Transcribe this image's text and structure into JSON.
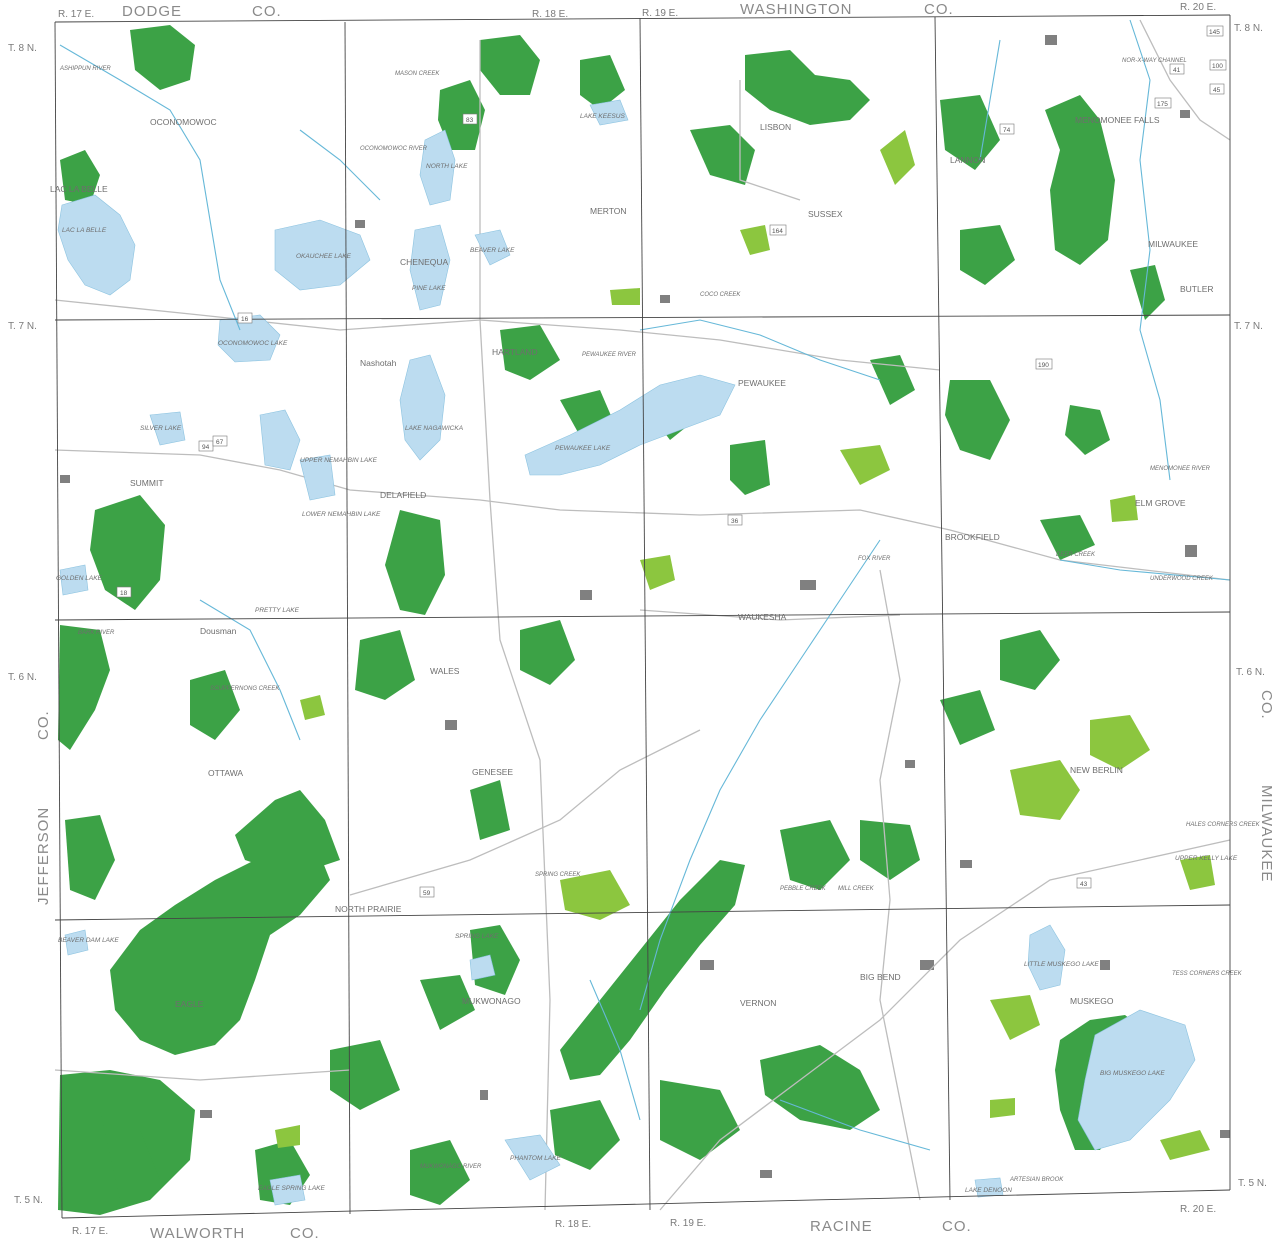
{
  "colors": {
    "background": "#ffffff",
    "primary_corridor": "#3ca246",
    "isolated_area": "#8cc63f",
    "urban": "#808080",
    "water": "#bcdcf0",
    "stream": "#66b8d8",
    "road": "#bdbdbd",
    "section_line": "#444444",
    "label": "#7a7a7a"
  },
  "county_labels": {
    "top_left": "DODGE",
    "top_left_co": "CO.",
    "top_right": "WASHINGTON",
    "top_right_co": "CO.",
    "bottom_left": "WALWORTH",
    "bottom_left_co": "CO.",
    "bottom_right": "RACINE",
    "bottom_right_co": "CO.",
    "left": "JEFFERSON",
    "left_co": "CO.",
    "right": "MILWAUKEE",
    "right_co": "CO."
  },
  "range_labels": {
    "top": [
      "R. 17 E.",
      "R. 18 E.",
      "R. 19 E.",
      "R. 20 E."
    ],
    "bottom": [
      "R. 17 E.",
      "R. 18 E.",
      "R. 19 E.",
      "R. 20 E."
    ]
  },
  "township_labels": {
    "left": [
      "T. 8 N.",
      "T. 7 N.",
      "T. 6 N.",
      "T. 5 N."
    ],
    "right": [
      "T. 8 N.",
      "T. 7 N.",
      "T. 6 N.",
      "T. 5 N."
    ]
  },
  "places": [
    "OCONOMOWOC",
    "MERTON",
    "LISBON",
    "MENOMONEE FALLS",
    "LAC LA BELLE",
    "CHENEQUA",
    "SUSSEX",
    "LANNON",
    "MILWAUKEE",
    "BUTLER",
    "Nashotah",
    "HARTLAND",
    "PEWAUKEE",
    "SUMMIT",
    "DELAFIELD",
    "BROOKFIELD",
    "ELM GROVE",
    "WAUKESHA",
    "Dousman",
    "WALES",
    "NEW BERLIN",
    "OTTAWA",
    "GENESEE",
    "NORTH PRAIRIE",
    "BIG BEND",
    "MUSKEGO",
    "EAGLE",
    "MUKWONAGO",
    "VERNON"
  ],
  "lakes": [
    "LAC LA BELLE",
    "OKAUCHEE LAKE",
    "NORTH LAKE",
    "BEAVER LAKE",
    "OCONOMOWOC LAKE",
    "PEWAUKEE LAKE",
    "LAKE NAGAWICKA",
    "PINE LAKE",
    "LITTLE MUSKEGO LAKE",
    "BIG MUSKEGO LAKE",
    "LAKE KEESUS",
    "SILVER LAKE",
    "UPPER NEMAHBIN LAKE",
    "LOWER NEMAHBIN LAKE",
    "SPRING LAKE",
    "EAGLE SPRING LAKE",
    "PHANTOM LAKE",
    "LAKE DENOON",
    "BEAVER DAM LAKE",
    "GOLDEN LAKE",
    "PRETTY LAKE",
    "UPPER KELLY LAKE"
  ],
  "streams": [
    "ASHIPPUN RIVER",
    "OCONOMOWOC RIVER",
    "BARK RIVER",
    "PEWAUKEE RIVER",
    "FOX RIVER",
    "MENOMONEE RIVER",
    "MUKWONAGO RIVER",
    "MASON CREEK",
    "COCO CREEK",
    "SCUPPERNONG CREEK",
    "DEER CREEK",
    "UNDERWOOD CREEK",
    "HALES CORNERS CREEK",
    "TESS CORNERS CREEK",
    "PEBBLE CREEK",
    "SPRING CREEK",
    "MILL CREEK",
    "ARTESIAN BROOK",
    "NOR-X-WAY CHANNEL"
  ],
  "highways": [
    "16",
    "83",
    "94",
    "18",
    "59",
    "67",
    "164",
    "74",
    "41",
    "45",
    "100",
    "145",
    "175",
    "190",
    "43",
    "36"
  ]
}
